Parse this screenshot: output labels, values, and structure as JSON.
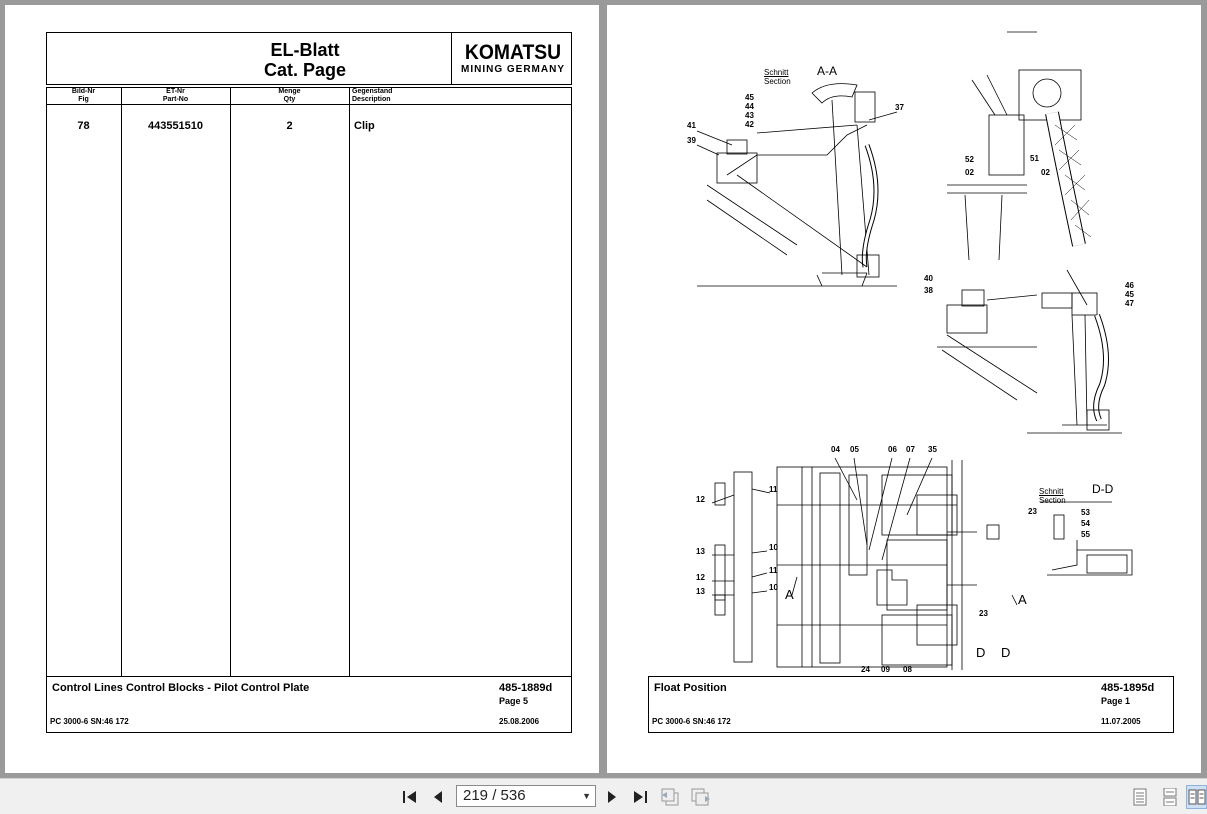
{
  "left_sheet": {
    "title_line1": "EL-Blatt",
    "title_line2": "Cat. Page",
    "logo_main": "KOMATSU",
    "logo_sub": "MINING GERMANY",
    "columns": [
      {
        "de": "Bild-Nr",
        "en": "Fig"
      },
      {
        "de": "ET-Nr",
        "en": "Part-No"
      },
      {
        "de": "Menge",
        "en": "Qty"
      },
      {
        "de": "Gegenstand",
        "en": "Description"
      }
    ],
    "rows": [
      {
        "fig": "78",
        "part_no": "443551510",
        "qty": "2",
        "description": "Clip"
      }
    ],
    "footer_title": "Control Lines Control Blocks - Pilot Control Plate",
    "doc_no": "485-1889d",
    "page": "Page 5",
    "machine": "PC 3000-6 SN:46 172",
    "date": "25.08.2006"
  },
  "right_sheet": {
    "footer_title": "Float Position",
    "doc_no": "485-1895d",
    "page": "Page 1",
    "machine": "PC 3000-6 SN:46 172",
    "date": "11.07.2005",
    "section_aa": {
      "de": "Schnitt",
      "en": "Section",
      "mark": "A-A"
    },
    "section_dd": {
      "de": "Schnitt",
      "en": "Section",
      "mark": "D-D"
    },
    "callouts_top_left": [
      "45",
      "44",
      "43",
      "42",
      "41",
      "39",
      "37"
    ],
    "callouts_top_right": [
      "52",
      "51",
      "02",
      "02"
    ],
    "callouts_mid": [
      "40",
      "38",
      "46",
      "45",
      "47"
    ],
    "callouts_bottom": [
      "04",
      "05",
      "06",
      "07",
      "35",
      "11",
      "12",
      "10",
      "13",
      "11",
      "12",
      "13",
      "10",
      "24",
      "09",
      "08",
      "23",
      "23",
      "53",
      "54",
      "55"
    ],
    "section_marks": [
      "A",
      "A",
      "D",
      "D"
    ]
  },
  "toolbar": {
    "page_indicator": "219 / 536"
  }
}
